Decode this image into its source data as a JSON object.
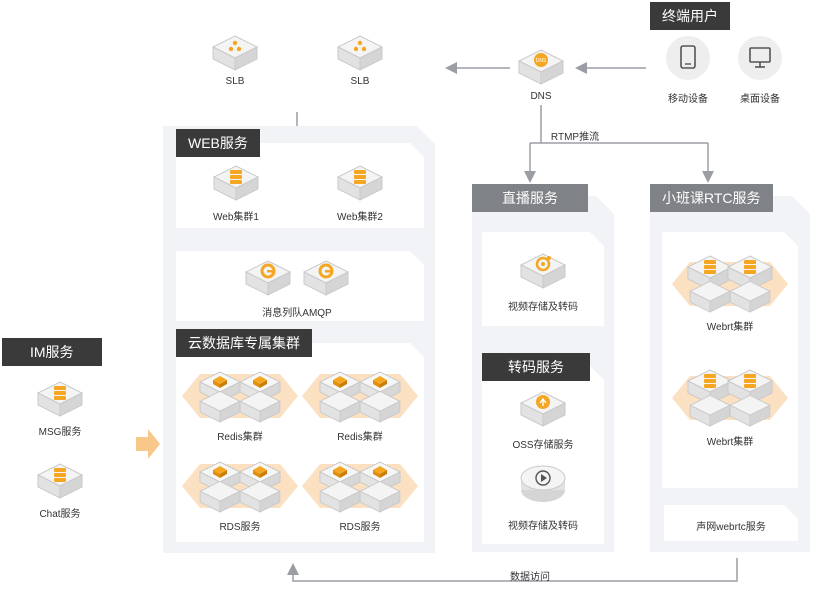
{
  "terminal": {
    "title": "终端用户",
    "mobile": "移动设备",
    "desktop": "桌面设备"
  },
  "slb": {
    "left": "SLB",
    "right": "SLB"
  },
  "dns": {
    "label": "DNS"
  },
  "rtmp": {
    "label": "RTMP推流"
  },
  "web": {
    "title": "WEB服务",
    "cluster1": "Web集群1",
    "cluster2": "Web集群2"
  },
  "mq": {
    "label": "消息列队AMQP"
  },
  "db": {
    "title": "云数据库专属集群",
    "redis1": "Redis集群",
    "redis2": "Redis集群",
    "rds1": "RDS服务",
    "rds2": "RDS服务"
  },
  "im": {
    "title": "IM服务",
    "msg": "MSG服务",
    "chat": "Chat服务"
  },
  "live": {
    "title": "直播服务",
    "storage": "视频存储及转码"
  },
  "transcode": {
    "title": "转码服务",
    "oss": "OSS存储服务",
    "storage": "视频存储及转码"
  },
  "rtc": {
    "title": "小班课RTC服务",
    "webrt1": "Webrt集群",
    "webrt2": "Webrt集群",
    "voice": "声网webrtc服务"
  },
  "bottom": {
    "label": "数据访问"
  },
  "colors": {
    "accent": "#f5a623",
    "dark_tag": "#3a3a3a",
    "grey_tag": "#7f8286",
    "panel": "#f1f3f6",
    "line": "#9a9ea3"
  }
}
